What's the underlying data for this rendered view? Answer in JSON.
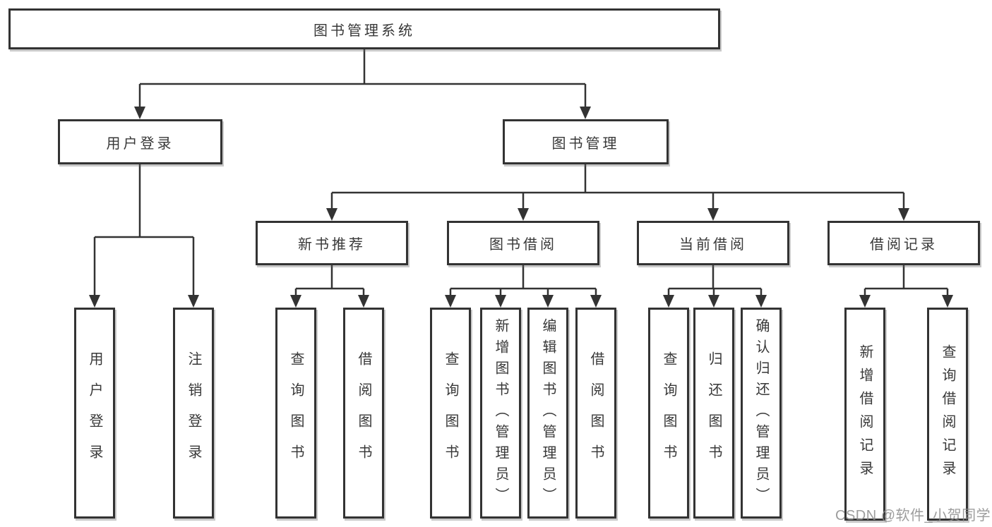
{
  "tree": {
    "label": "图书管理系统",
    "children": [
      {
        "label": "用户登录",
        "children": [
          {
            "label": "用户登录"
          },
          {
            "label": "注销登录"
          }
        ]
      },
      {
        "label": "图书管理",
        "children": [
          {
            "label": "新书推荐",
            "children": [
              {
                "label": "查询图书"
              },
              {
                "label": "借阅图书"
              }
            ]
          },
          {
            "label": "图书借阅",
            "children": [
              {
                "label": "查询图书"
              },
              {
                "label": "新增图书（管理员）"
              },
              {
                "label": "编辑图书（管理员）"
              },
              {
                "label": "借阅图书"
              }
            ]
          },
          {
            "label": "当前借阅",
            "children": [
              {
                "label": "查询图书"
              },
              {
                "label": "归还图书"
              },
              {
                "label": "确认归还（管理员）"
              }
            ]
          },
          {
            "label": "借阅记录",
            "children": [
              {
                "label": "新增借阅记录"
              },
              {
                "label": "查询借阅记录"
              }
            ]
          }
        ]
      }
    ]
  },
  "watermark": {
    "text": "CSDN @软件_小贺同学"
  },
  "colors": {
    "line": "#333333",
    "text": "#383838",
    "watermark": "#8c8c8c",
    "background": "#ffffff"
  }
}
